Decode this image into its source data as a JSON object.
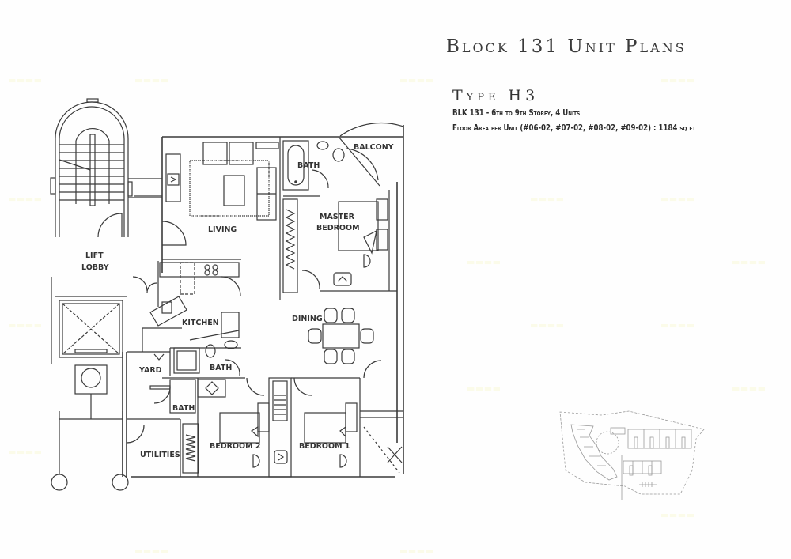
{
  "header": {
    "title": "Block 131 Unit Plans",
    "type_label": "Type H3",
    "subtitle": "BLK 131 - 6th to 9th Storey, 4 Units",
    "floor_area": "Floor Area per Unit (#06-02, #07-02, #08-02, #09-02) : 1184 sq ft"
  },
  "rooms": {
    "living": "LIVING",
    "bath_master": "BATH",
    "balcony": "BALCONY",
    "master_bedroom_1": "MASTER",
    "master_bedroom_2": "BEDROOM",
    "lift_lobby_1": "LIFT",
    "lift_lobby_2": "LOBBY",
    "kitchen": "KITCHEN",
    "dining": "DINING",
    "yard": "YARD",
    "bath_common": "BATH",
    "bath_yard": "BATH",
    "utilities": "UTILITIES",
    "bedroom_2": "BEDROOM 2",
    "bedroom_1": "BEDROOM 1"
  },
  "colors": {
    "line": "#3a3a3a",
    "text": "#333333",
    "watermark": "#fbfbe9",
    "background": "#fefefe"
  },
  "site_plan": {
    "icon": "site-keyplan-icon"
  }
}
